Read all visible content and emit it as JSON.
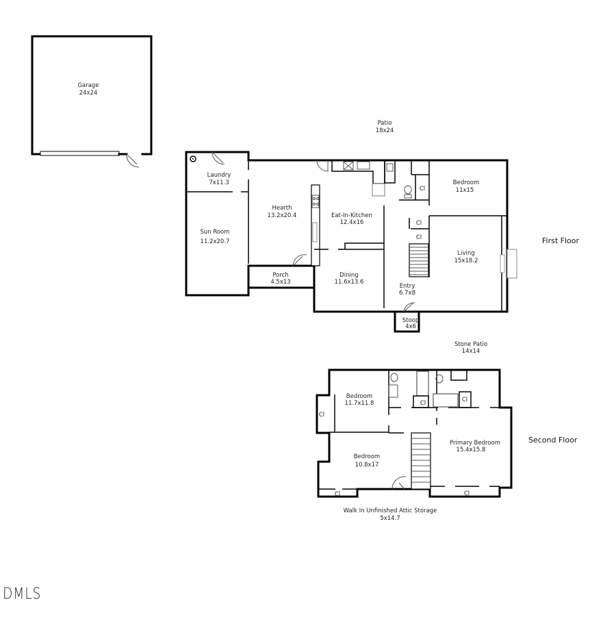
{
  "floorplan": {
    "garage": {
      "name": "Garage",
      "size": "24x24"
    },
    "patio": {
      "name": "Patio",
      "size": "18x24"
    },
    "stone_patio": {
      "name": "Stone Patio",
      "size": "14x14"
    },
    "first_floor": {
      "title": "First Floor",
      "rooms": {
        "laundry": {
          "name": "Laundry",
          "size": "7x11.3"
        },
        "sun_room": {
          "name": "Sun Room",
          "size": "11.2x20.7"
        },
        "hearth": {
          "name": "Hearth",
          "size": "13.2x20.4"
        },
        "porch": {
          "name": "Porch",
          "size": "4.5x13"
        },
        "kitchen": {
          "name": "Eat-In-Kitchen",
          "size": "12.4x16"
        },
        "dining": {
          "name": "Dining",
          "size": "11.6x13.6"
        },
        "entry": {
          "name": "Entry",
          "size": "6.7x8"
        },
        "stoop": {
          "name": "Stoop",
          "size": "4x6"
        },
        "bedroom": {
          "name": "Bedroom",
          "size": "11x15"
        },
        "living": {
          "name": "Living",
          "size": "15x18.2"
        }
      },
      "closet_label": "Cl"
    },
    "second_floor": {
      "title": "Second Floor",
      "rooms": {
        "bedroom_a": {
          "name": "Bedroom",
          "size": "11.7x11.8"
        },
        "bedroom_b": {
          "name": "Bedroom",
          "size": "10.8x17"
        },
        "primary": {
          "name": "Primary Bedroom",
          "size": "15.4x15.8"
        },
        "attic": {
          "name": "Walk In Unfinished Attic Storage",
          "size": "5x14.7"
        }
      },
      "closet_label": "Cl"
    }
  },
  "brand": {
    "logo_text": "DMLS"
  }
}
